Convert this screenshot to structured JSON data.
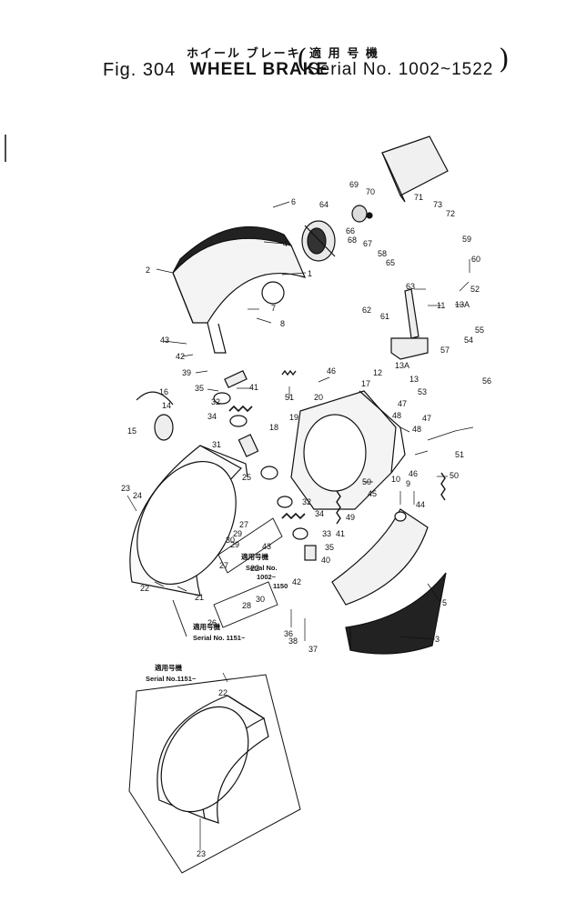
{
  "header": {
    "jp_title": "ホイール ブレーキ",
    "jp_serial": "適 用 号 機",
    "fig_label": "Fig. 304",
    "title": "WHEEL BRAKE",
    "serial": "Serial No. 1002~1522"
  },
  "notes": {
    "note_a_jp": "適用号機",
    "note_a_serial": "Serial No.",
    "note_a_range": "1002~",
    "note_a_end": "1150",
    "note_b_jp": "適用号機",
    "note_b_serial": "Serial No. 1151~",
    "note_c_jp": "適用号機",
    "note_c_serial": "Serial No.1151~"
  },
  "parts": [
    {
      "label": "1"
    },
    {
      "label": "2"
    },
    {
      "label": "3"
    },
    {
      "label": "4"
    },
    {
      "label": "5"
    },
    {
      "label": "6"
    },
    {
      "label": "7"
    },
    {
      "label": "8"
    },
    {
      "label": "9"
    },
    {
      "label": "10"
    },
    {
      "label": "11"
    },
    {
      "label": "12"
    },
    {
      "label": "13"
    },
    {
      "label": "13A"
    },
    {
      "label": "13A"
    },
    {
      "label": "14"
    },
    {
      "label": "15"
    },
    {
      "label": "16"
    },
    {
      "label": "17"
    },
    {
      "label": "18"
    },
    {
      "label": "19"
    },
    {
      "label": "20"
    },
    {
      "label": "21"
    },
    {
      "label": "22"
    },
    {
      "label": "22"
    },
    {
      "label": "22"
    },
    {
      "label": "23"
    },
    {
      "label": "23"
    },
    {
      "label": "24"
    },
    {
      "label": "25"
    },
    {
      "label": "26"
    },
    {
      "label": "27"
    },
    {
      "label": "27"
    },
    {
      "label": "28"
    },
    {
      "label": "29"
    },
    {
      "label": "29"
    },
    {
      "label": "30"
    },
    {
      "label": "30"
    },
    {
      "label": "31"
    },
    {
      "label": "32"
    },
    {
      "label": "32"
    },
    {
      "label": "33"
    },
    {
      "label": "34"
    },
    {
      "label": "34"
    },
    {
      "label": "35"
    },
    {
      "label": "35"
    },
    {
      "label": "36"
    },
    {
      "label": "37"
    },
    {
      "label": "38"
    },
    {
      "label": "39"
    },
    {
      "label": "40"
    },
    {
      "label": "41"
    },
    {
      "label": "41"
    },
    {
      "label": "42"
    },
    {
      "label": "42"
    },
    {
      "label": "43"
    },
    {
      "label": "43"
    },
    {
      "label": "44"
    },
    {
      "label": "45"
    },
    {
      "label": "46"
    },
    {
      "label": "46"
    },
    {
      "label": "47"
    },
    {
      "label": "47"
    },
    {
      "label": "48"
    },
    {
      "label": "48"
    },
    {
      "label": "49"
    },
    {
      "label": "50"
    },
    {
      "label": "50"
    },
    {
      "label": "51"
    },
    {
      "label": "51"
    },
    {
      "label": "52"
    },
    {
      "label": "53"
    },
    {
      "label": "54"
    },
    {
      "label": "55"
    },
    {
      "label": "56"
    },
    {
      "label": "57"
    },
    {
      "label": "58"
    },
    {
      "label": "59"
    },
    {
      "label": "60"
    },
    {
      "label": "61"
    },
    {
      "label": "62"
    },
    {
      "label": "63"
    },
    {
      "label": "64"
    },
    {
      "label": "65"
    },
    {
      "label": "66"
    },
    {
      "label": "67"
    },
    {
      "label": "68"
    },
    {
      "label": "69"
    },
    {
      "label": "70"
    },
    {
      "label": "71"
    },
    {
      "label": "72"
    },
    {
      "label": "73"
    }
  ]
}
